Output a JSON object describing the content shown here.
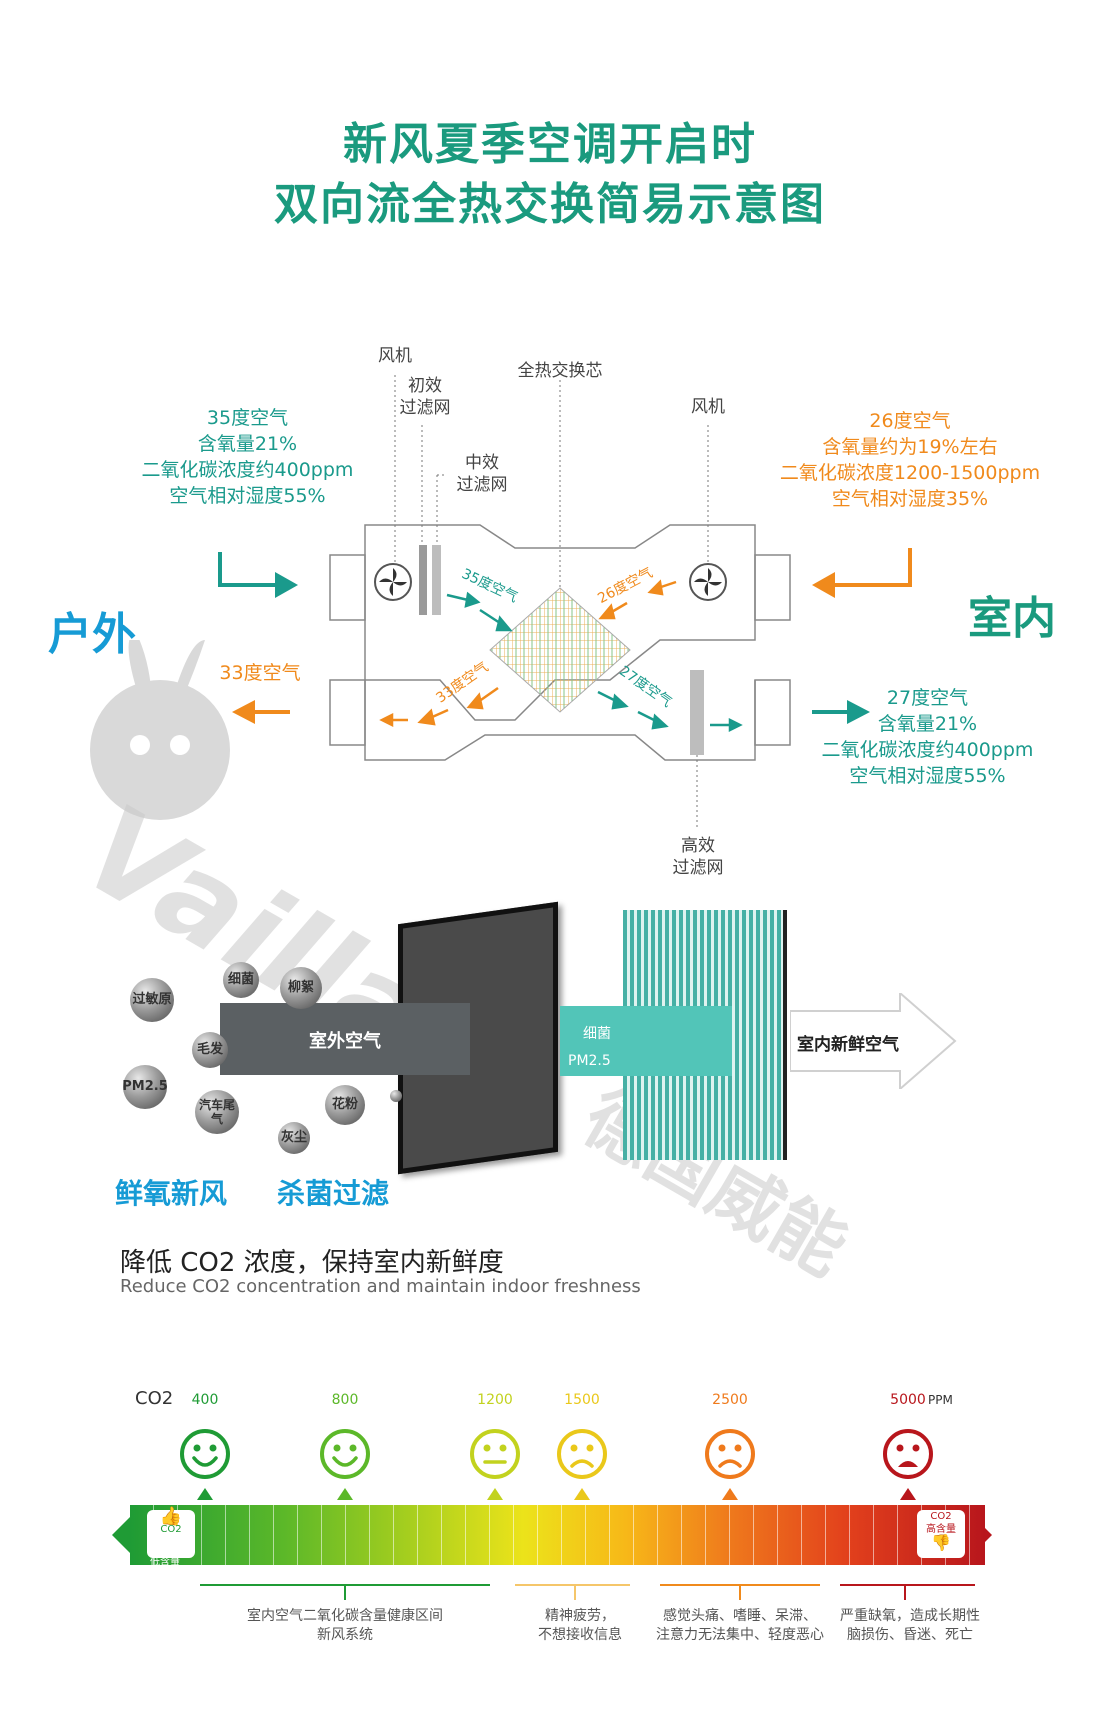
{
  "title": {
    "line1": "新风夏季空调开启时",
    "line2": "双向流全热交换简易示意图"
  },
  "diagram": {
    "labels": {
      "fan_left": "风机",
      "primary_filter_1": "初效",
      "primary_filter_2": "过滤网",
      "core": "全热交换芯",
      "fan_right": "风机",
      "mid_filter_1": "中效",
      "mid_filter_2": "过滤网",
      "hepa_1": "高效",
      "hepa_2": "过滤网"
    },
    "outdoor_in": {
      "l1": "35度空气",
      "l2": "含氧量21%",
      "l3": "二氧化碳浓度约400ppm",
      "l4": "空气相对湿度55%"
    },
    "indoor_out": {
      "l1": "26度空气",
      "l2": "含氧量约为19%左右",
      "l3": "二氧化碳浓度1200-1500ppm",
      "l4": "空气相对湿度35%"
    },
    "supply": {
      "l1": "27度空气",
      "l2": "含氧量21%",
      "l3": "二氧化碳浓度约400ppm",
      "l4": "空气相对湿度55%"
    },
    "exhaust": "33度空气",
    "outdoor": "户外",
    "indoor": "室内",
    "inner": {
      "a": "35度空气",
      "b": "26度空气",
      "c": "33度空气",
      "d": "27度空气"
    }
  },
  "filter": {
    "pollutants": [
      "过敏原",
      "细菌",
      "柳絮",
      "毛发",
      "PM2.5",
      "汽车尾气",
      "花粉",
      "灰尘"
    ],
    "outdoor_air": "室外空气",
    "inner_1": "细菌",
    "inner_2": "PM2.5",
    "fresh_air": "室内新鲜空气",
    "tag1": "鲜氧新风",
    "tag2": "杀菌过滤"
  },
  "slogan": {
    "cn": "降低 CO2 浓度，保持室内新鲜度",
    "en": "Reduce CO2 concentration and maintain indoor freshness"
  },
  "watermark": {
    "text": "Vaillant",
    "cn": "德国威能"
  },
  "co2": {
    "label": "CO2",
    "unit": "PPM",
    "levels": [
      {
        "value": "400",
        "color": "#1f9b35"
      },
      {
        "value": "800",
        "color": "#5cb829"
      },
      {
        "value": "1200",
        "color": "#c2d21e"
      },
      {
        "value": "1500",
        "color": "#eac81a"
      },
      {
        "value": "2500",
        "color": "#ef7a1c"
      },
      {
        "value": "5000",
        "color": "#b8161c"
      }
    ],
    "low_badge": {
      "l1": "CO2",
      "l2": "低含量"
    },
    "high_badge": {
      "l1": "CO2",
      "l2": "高含量"
    },
    "notes": {
      "n1a": "室内空气二氧化碳含量健康区间",
      "n1b": "新风系统",
      "n2a": "精神疲劳，",
      "n2b": "不想接收信息",
      "n3a": "感觉头痛、嗜睡、呆滞、",
      "n3b": "注意力无法集中、轻度恶心",
      "n4a": "严重缺氧，造成长期性",
      "n4b": "脑损伤、昏迷、死亡"
    }
  }
}
